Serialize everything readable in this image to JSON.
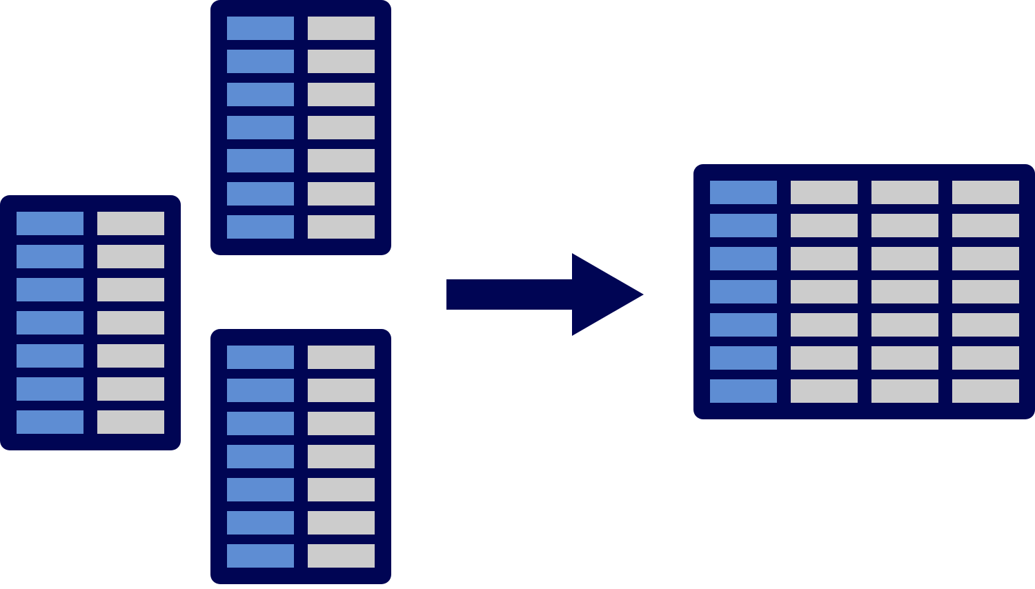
{
  "colors": {
    "background": "#ffffff",
    "frame": "#000554",
    "key_cell": "#5e8dd3",
    "value_cell": "#cccccc"
  },
  "diagram": {
    "description_type": "merge-tables",
    "inputs": [
      {
        "name": "table-left",
        "rows": 7,
        "columns": 2,
        "key_columns": 1
      },
      {
        "name": "table-top",
        "rows": 7,
        "columns": 2,
        "key_columns": 1
      },
      {
        "name": "table-bottom",
        "rows": 7,
        "columns": 2,
        "key_columns": 1
      }
    ],
    "connector": {
      "name": "arrow",
      "direction": "right"
    },
    "output": {
      "name": "table-result",
      "rows": 7,
      "columns": 4,
      "key_columns": 1
    }
  }
}
